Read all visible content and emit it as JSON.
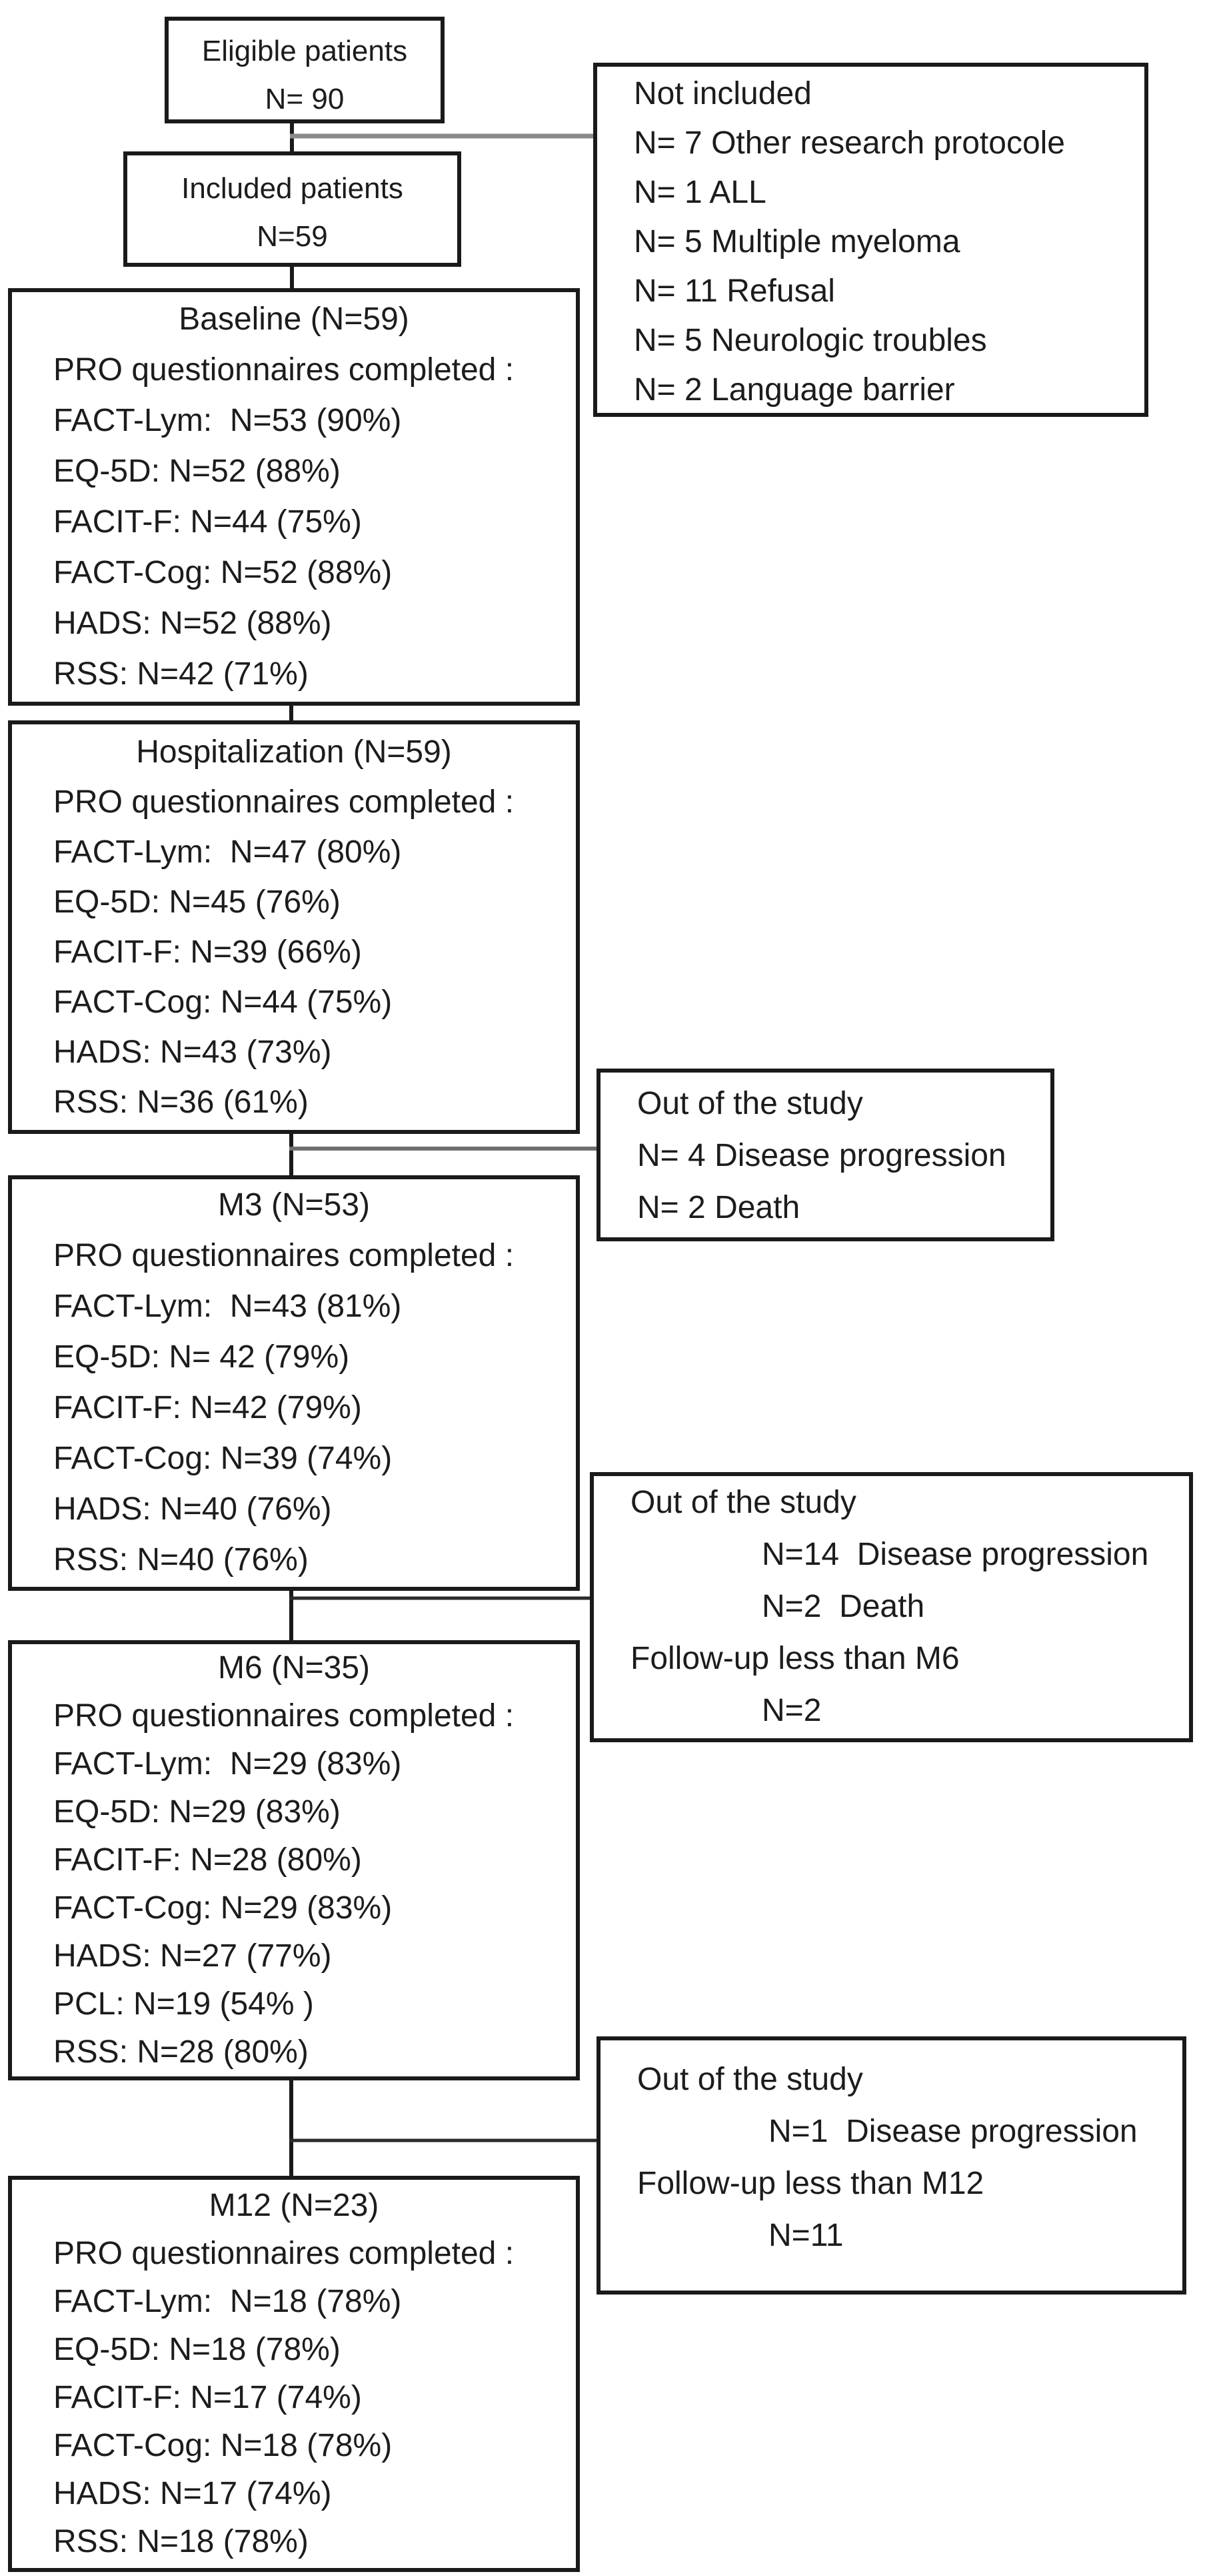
{
  "diagram": {
    "description": "Patient flow chart of PRO questionnaire completion across study visits",
    "colors": {
      "background": "#ffffff",
      "box_border": "#1a1a1a",
      "text": "#1c1c1c",
      "connector_black": "#1a1a1a",
      "connector_gray": "#8a8a8a",
      "connector_dark_gray": "#555555"
    },
    "boxes": {
      "eligible": {
        "lines": [
          "Eligible patients",
          "N= 90"
        ]
      },
      "not_included": {
        "lines": [
          "Not included",
          "N= 7 Other research protocole",
          "N= 1 ALL",
          "N= 5 Multiple myeloma",
          "N= 11 Refusal",
          "N= 5 Neurologic troubles",
          "N= 2 Language barrier"
        ]
      },
      "included": {
        "lines": [
          "Included patients",
          "N=59"
        ]
      },
      "baseline": {
        "lines": [
          "Baseline (N=59)",
          "PRO questionnaires completed :",
          "FACT-Lym:  N=53 (90%)",
          "EQ-5D: N=52 (88%)",
          "FACIT-F: N=44 (75%)",
          "FACT-Cog: N=52 (88%)",
          "HADS: N=52 (88%)",
          "RSS: N=42 (71%)"
        ]
      },
      "hospitalization": {
        "lines": [
          "Hospitalization (N=59)",
          "PRO questionnaires completed :",
          "FACT-Lym:  N=47 (80%)",
          "EQ-5D: N=45 (76%)",
          "FACIT-F: N=39 (66%)",
          "FACT-Cog: N=44 (75%)",
          "HADS: N=43 (73%)",
          "RSS: N=36 (61%)"
        ]
      },
      "out_after_hospitalization": {
        "lines": [
          "Out of the study",
          "N= 4 Disease progression",
          "N= 2 Death"
        ]
      },
      "m3": {
        "lines": [
          "M3 (N=53)",
          "PRO questionnaires completed :",
          "FACT-Lym:  N=43 (81%)",
          "EQ-5D: N= 42 (79%)",
          "FACIT-F: N=42 (79%)",
          "FACT-Cog: N=39 (74%)",
          "HADS: N=40 (76%)",
          "RSS: N=40 (76%)"
        ]
      },
      "out_after_m3": {
        "lines": [
          "Out of the study",
          "N=14  Disease progression",
          "N=2  Death",
          "Follow-up less than M6",
          "N=2"
        ]
      },
      "m6": {
        "lines": [
          "M6 (N=35)",
          "PRO questionnaires completed :",
          "FACT-Lym:  N=29 (83%)",
          "EQ-5D: N=29 (83%)",
          "FACIT-F: N=28 (80%)",
          "FACT-Cog: N=29 (83%)",
          "HADS: N=27 (77%)",
          "PCL: N=19 (54% )",
          "RSS: N=28 (80%)"
        ]
      },
      "out_after_m6": {
        "lines": [
          "Out of the study",
          "N=1  Disease progression",
          "Follow-up less than M12",
          "N=11"
        ]
      },
      "m12": {
        "lines": [
          "M12 (N=23)",
          "PRO questionnaires completed :",
          "FACT-Lym:  N=18 (78%)",
          "EQ-5D: N=18 (78%)",
          "FACIT-F: N=17 (74%)",
          "FACT-Cog: N=18 (78%)",
          "HADS: N=17 (74%)",
          "RSS: N=18 (78%)"
        ]
      }
    }
  }
}
